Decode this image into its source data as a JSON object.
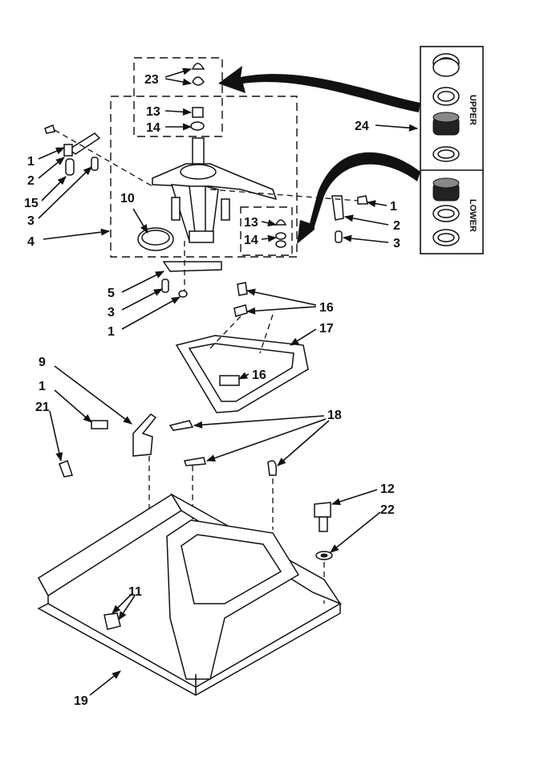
{
  "callouts": {
    "c23": "23",
    "c13a": "13",
    "c14a": "14",
    "c24": "24",
    "c1a": "1",
    "c2a": "2",
    "c15": "15",
    "c3a": "3",
    "c4": "4",
    "c10": "10",
    "c13b": "13",
    "c14b": "14",
    "c1b": "1",
    "c2b": "2",
    "c3b": "3",
    "c5": "5",
    "c3c": "3",
    "c1c": "1",
    "c16a": "16",
    "c17": "17",
    "c16b": "16",
    "c9": "9",
    "c1d": "1",
    "c21": "21",
    "c18": "18",
    "c12": "12",
    "c22": "22",
    "c11": "11",
    "c19": "19"
  },
  "kit_panel": {
    "upper_label": "UPPER",
    "lower_label": "LOWER"
  }
}
